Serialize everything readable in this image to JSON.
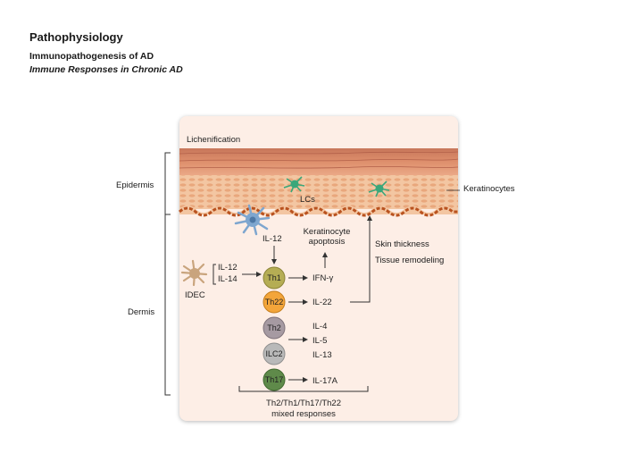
{
  "header": {
    "title": "Pathophysiology",
    "subtitle": "Immunopathogenesis of AD",
    "subtitle_italic": "Immune Responses in Chronic AD"
  },
  "layers": {
    "lichenification": "Lichenification",
    "epidermis": "Epidermis",
    "dermis": "Dermis",
    "keratinocytes": "Keratinocytes",
    "lcs": "LCs"
  },
  "cells": {
    "idec": "IDEC",
    "th1": "Th1",
    "th22": "Th22",
    "th2": "Th2",
    "ilc2": "ILC2",
    "th17": "Th17"
  },
  "cytokines": {
    "il12_top": "IL-12",
    "il12_left": "IL-12",
    "il14_left": "IL-14",
    "ifng": "IFN-γ",
    "il22": "IL-22",
    "il4": "IL-4",
    "il5": "IL-5",
    "il13": "IL-13",
    "il17a": "IL-17A"
  },
  "effects": {
    "apoptosis_line1": "Keratinocyte",
    "apoptosis_line2": "apoptosis",
    "skin_thickness": "Skin thickness",
    "tissue_remodeling": "Tissue remodeling"
  },
  "footer": {
    "mixed_line1": "Th2/Th1/Th17/Th22",
    "mixed_line2": "mixed responses"
  },
  "colors": {
    "panel_bg": "#fdeee6",
    "th1": "#b5ad54",
    "th22": "#f3a53a",
    "th2": "#a69aa2",
    "ilc2": "#b9b9b9",
    "th17": "#5f8a4a",
    "lc": "#3aa77a",
    "dc": "#7ea6cf",
    "idec": "#c9a47d"
  }
}
